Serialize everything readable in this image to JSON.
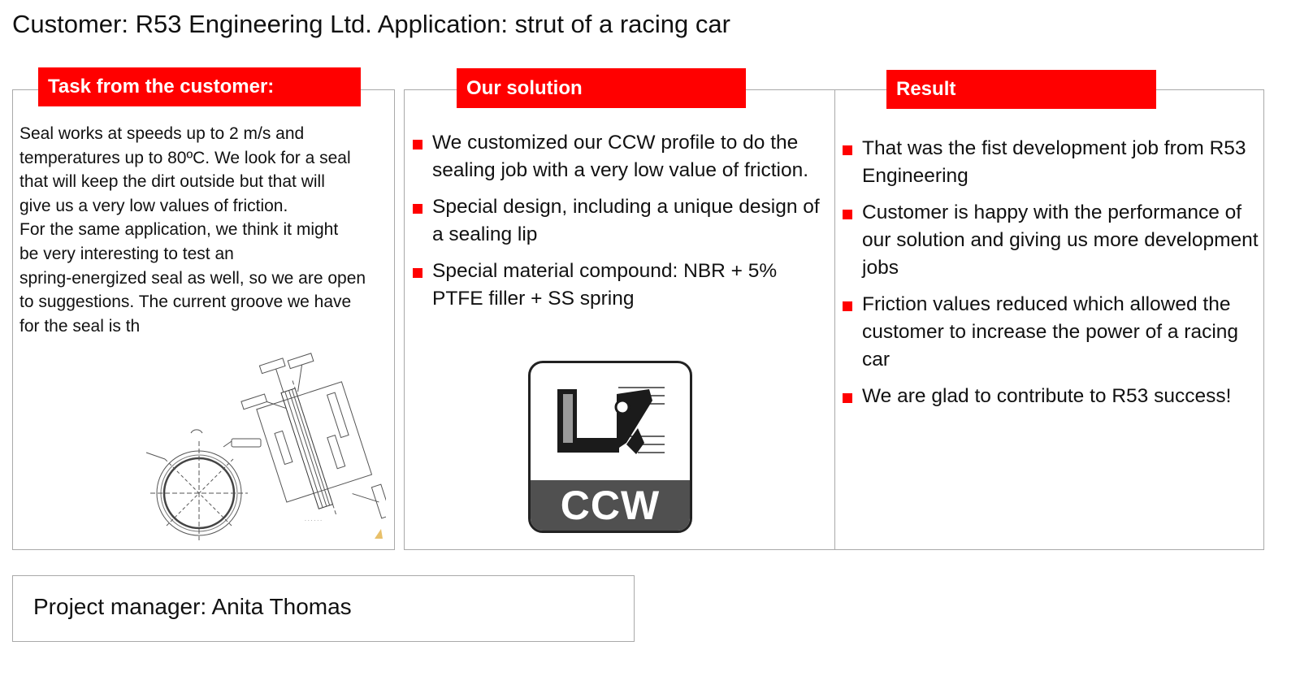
{
  "title": "Customer: R53 Engineering Ltd. Application: strut of a racing car",
  "task": {
    "header": "Task from the customer:",
    "lines": [
      "Seal works at speeds up to 2 m/s and",
      "temperatures up to 80ºC. We look for a seal",
      "that will keep the dirt outside but that will",
      "give us a very low values of friction.",
      "For the same application, we think it might",
      "be very interesting to test an",
      "spring-energized seal as well, so we are open",
      "to suggestions. The current groove we have",
      "for the seal is th"
    ]
  },
  "solution": {
    "header": "Our solution",
    "bullets": [
      "We customized our CCW profile to do the sealing job with a very low value of friction.",
      "Special design, including a unique design of a sealing lip",
      "Special material compound: NBR + 5% PTFE filler + SS spring"
    ],
    "icon_label": "CCW"
  },
  "result": {
    "header": "Result",
    "bullets": [
      "That was the fist development job from R53 Engineering",
      "Customer is happy with the performance of our solution and giving us more development jobs",
      "Friction values reduced which allowed the customer to increase the power of a racing car",
      "We are glad to contribute to R53 success!"
    ]
  },
  "project_manager": "Project manager: Anita Thomas",
  "colors": {
    "accent": "#ff0000",
    "border": "#a9a9a9",
    "icon_band": "#505050"
  },
  "icons": {
    "drawing": "technical-drawing",
    "profile": "ccw-seal-profile-icon",
    "bullet": "red-square-bullet"
  }
}
